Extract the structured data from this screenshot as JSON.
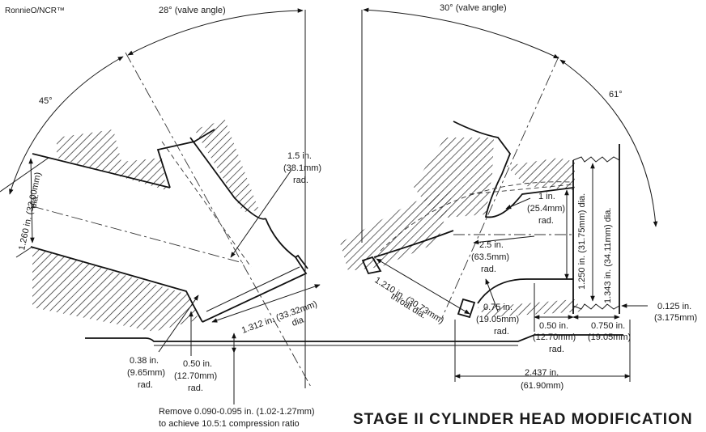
{
  "credit": "RonnieO/NCR™",
  "title": "STAGE II CYLINDER HEAD MODIFICATION",
  "note": {
    "line1": "Remove 0.090-0.095 in. (1.02-1.27mm)",
    "line2": "to achieve 10.5:1 compression ratio"
  },
  "left": {
    "valve_angle": "28° (valve angle)",
    "angle_45": "45°",
    "port_dia": {
      "l1": "1.260 in. (32.00mm)",
      "l2": "dia."
    },
    "bowl_rad": {
      "l1": "1.5 in.",
      "l2": "(38.1mm)",
      "l3": "rad."
    },
    "seat_dia": {
      "l1": "1.312 in. (33.32mm)",
      "l2": "dia."
    },
    "rad_038": {
      "l1": "0.38 in.",
      "l2": "(9.65mm)",
      "l3": "rad."
    },
    "rad_050": {
      "l1": "0.50 in.",
      "l2": "(12.70mm)",
      "l3": "rad."
    }
  },
  "right": {
    "valve_angle": "30° (valve angle)",
    "angle_61": "61°",
    "rad_1": {
      "l1": "1 in.",
      "l2": "(25.4mm)",
      "l3": "rad."
    },
    "rad_25": {
      "l1": "2.5 in.",
      "l2": "(63.5mm)",
      "l3": "rad."
    },
    "dia_1250": "1.250 in. (31.75mm) dia.",
    "dia_1343": "1.343 in. (34.11mm) dia.",
    "throat": {
      "l1": "1.210 in. (30.73mm)",
      "l2": "throat dia."
    },
    "rad_075": {
      "l1": "0.75 in.",
      "l2": "(19.05mm)",
      "l3": "rad."
    },
    "rad_050": {
      "l1": "0.50 in.",
      "l2": "(12.70mm)",
      "l3": "rad."
    },
    "len_0750": {
      "l1": "0.750 in.",
      "l2": "(19.05mm)"
    },
    "len_0125": {
      "l1": "0.125 in.",
      "l2": "(3.175mm)"
    },
    "len_2437": {
      "l1": "2.437 in.",
      "l2": "(61.90mm)"
    }
  }
}
